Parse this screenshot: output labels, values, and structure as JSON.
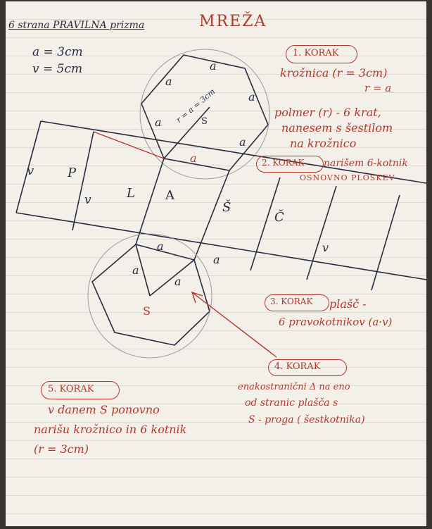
{
  "heading": "6 strana PRAVILNA prizma",
  "title": "MREŽA",
  "given": {
    "a": "a = 3cm",
    "v": "v = 5cm"
  },
  "step1": {
    "badge": "1. KORAK",
    "line1": "krožnica (r = 3cm)",
    "line2": "r = a"
  },
  "step1b": {
    "line1": "polmer (r) - 6 krat,",
    "line2": "nanesem s šestilom",
    "line3": "na krožnico"
  },
  "step2": {
    "badge": "2. KORAK",
    "line1": "narišem 6-kotnik",
    "line2": "OSNOVNO PLOSKEV"
  },
  "step3": {
    "badge": "3. KORAK",
    "line1": "plašč -",
    "line2": "6 pravokotnikov (a·v)"
  },
  "step4": {
    "badge": "4. KORAK",
    "line1": "enakostranični Δ na eno",
    "line2": "od stranic plašča s",
    "line3": "S - proga ( šestkotnika)"
  },
  "step5": {
    "badge": "5. KORAK",
    "line1": "v danem S ponovno",
    "line2": "narišu krožnico in 6 kotnik",
    "line3": "(r = 3cm)"
  },
  "net_labels": {
    "a": "a",
    "r_label": "r = a = 3cm",
    "s": "S",
    "v": "v",
    "faces": [
      "P",
      "L",
      "A",
      "Š",
      "Č"
    ]
  },
  "colors": {
    "ink": "#2a2a40",
    "red": "#b4372a",
    "paper": "#f3f0ea"
  }
}
